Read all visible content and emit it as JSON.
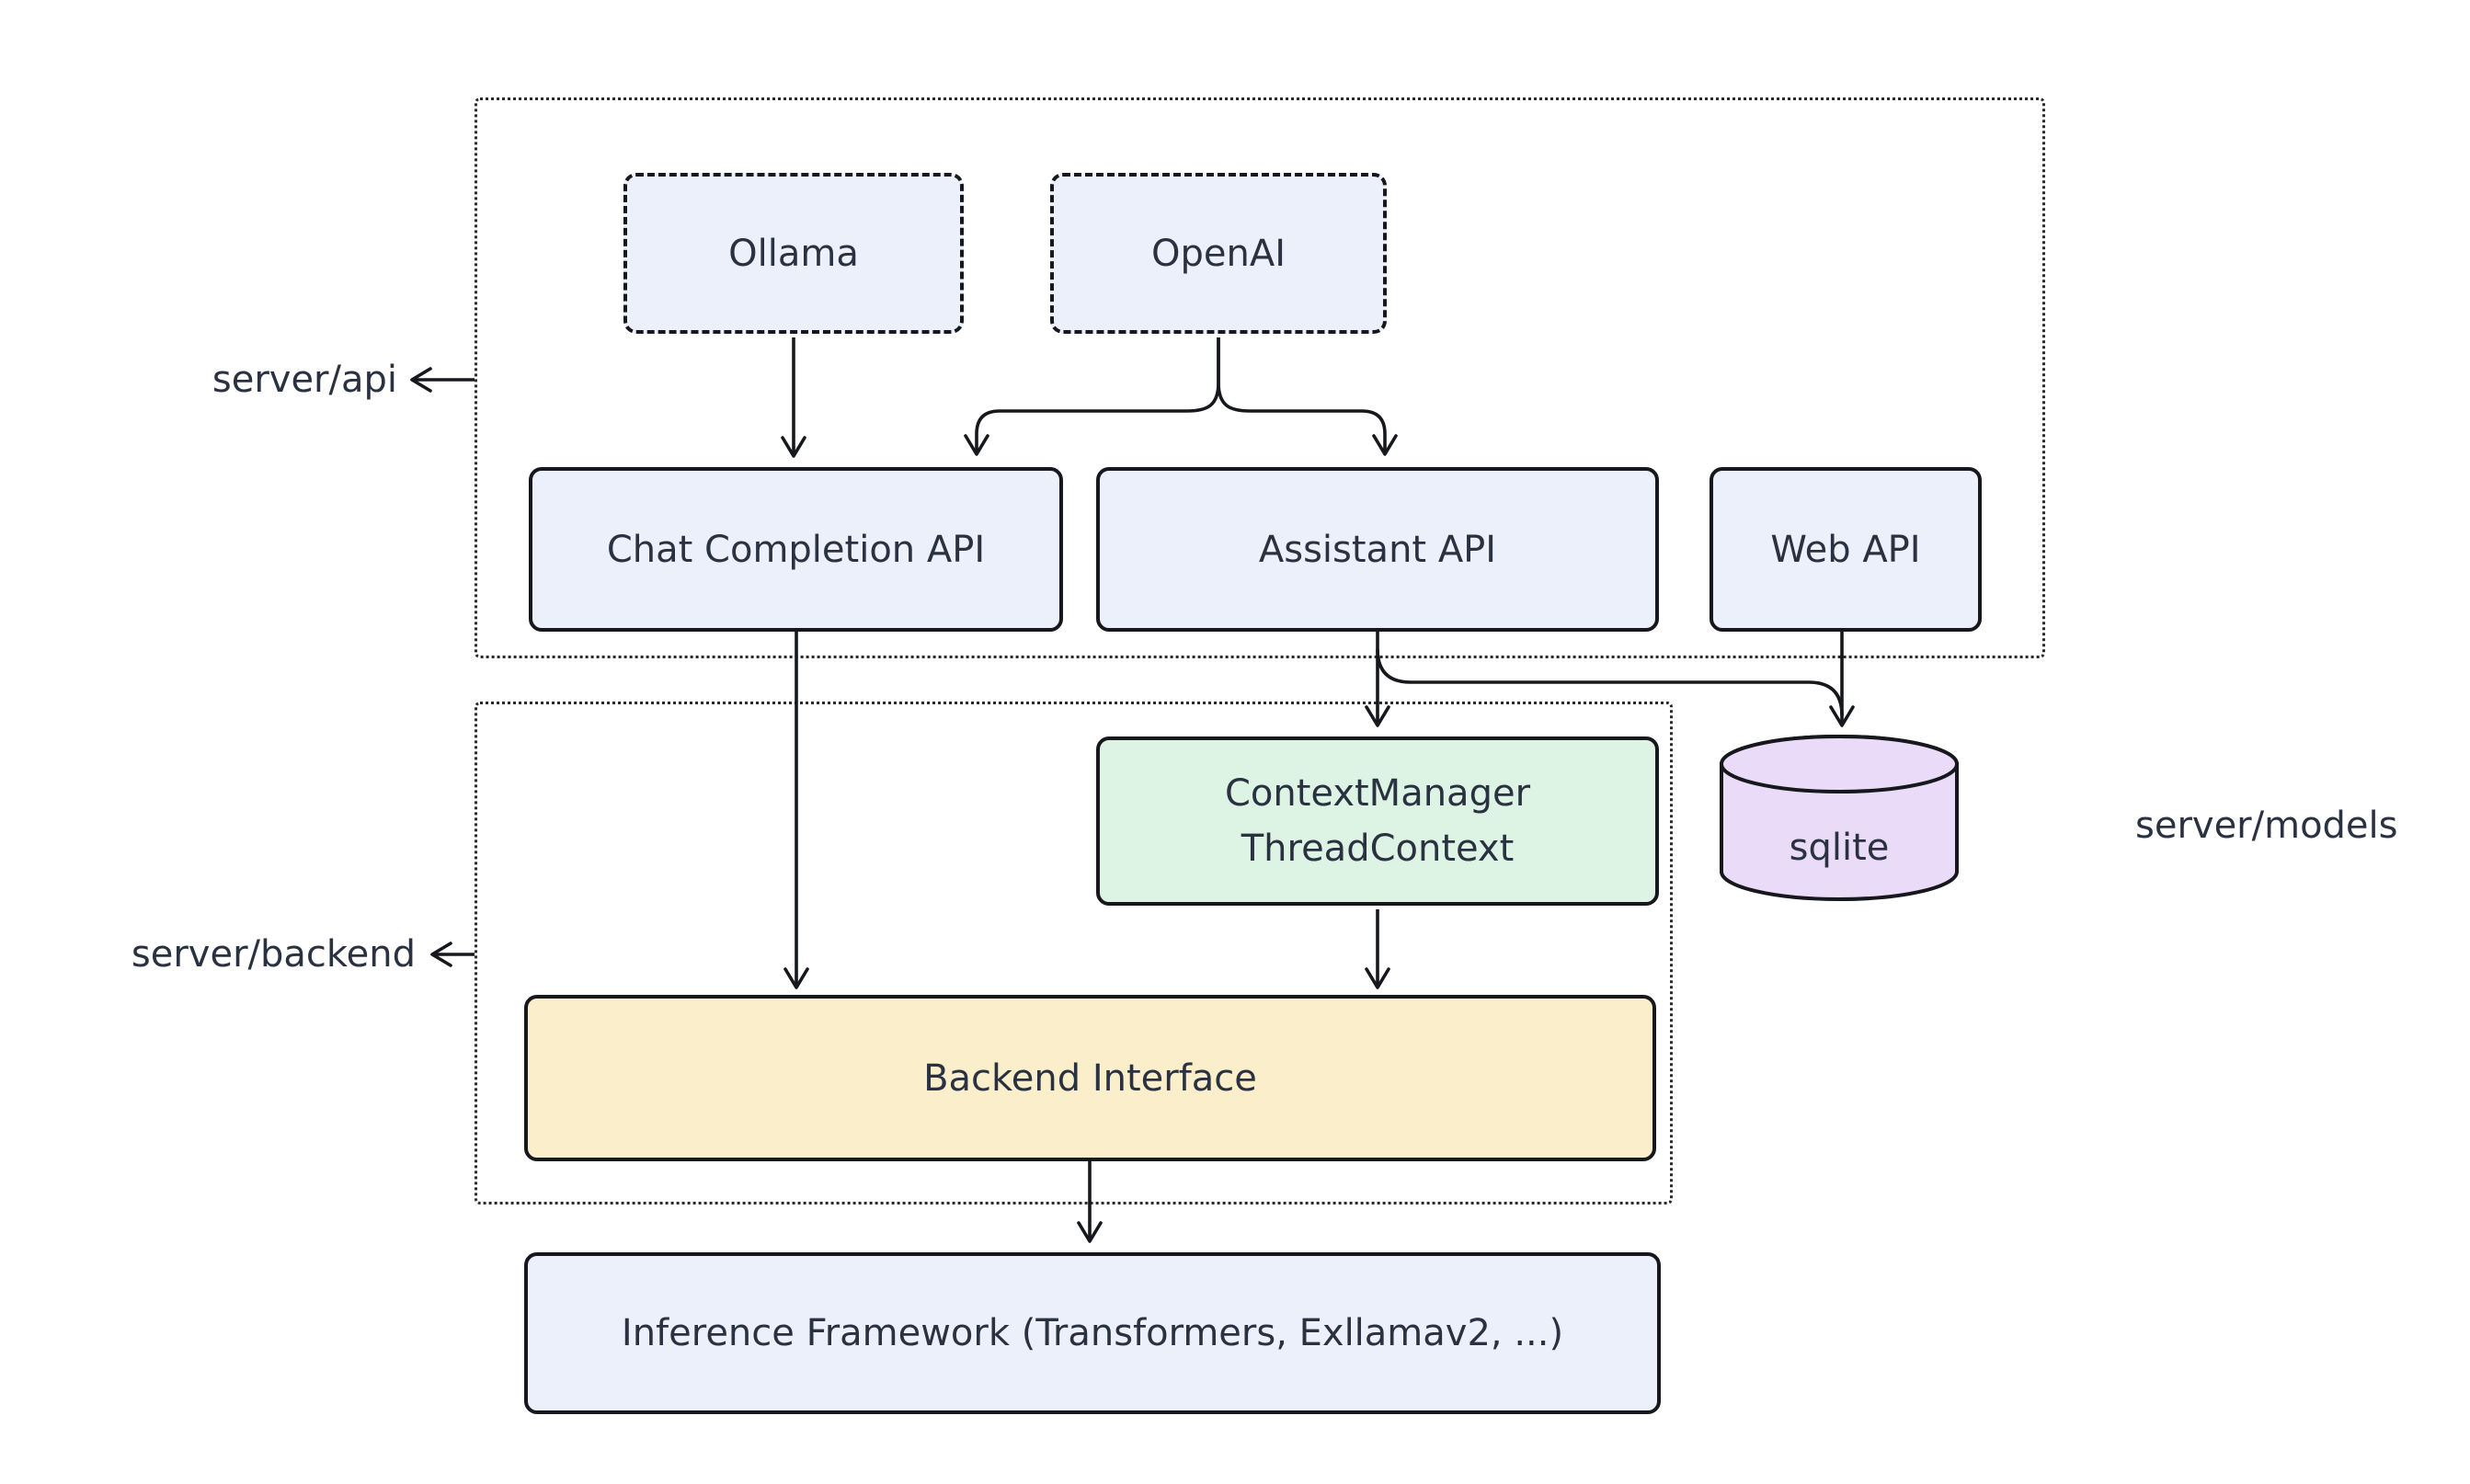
{
  "diagram": {
    "region_labels": {
      "api": "server/api",
      "backend": "server/backend",
      "models": "server/models"
    },
    "nodes": {
      "ollama": "Ollama",
      "openai": "OpenAI",
      "chat_completion": "Chat Completion API",
      "assistant": "Assistant API",
      "web_api": "Web API",
      "context_manager_line1": "ContextManager",
      "context_manager_line2": "ThreadContext",
      "sqlite": "sqlite",
      "backend_interface": "Backend Interface",
      "inference_framework": "Inference Framework (Transformers, Exllamav2, ...)"
    },
    "edges": [
      {
        "from": "Ollama",
        "to": "Chat Completion API"
      },
      {
        "from": "OpenAI",
        "to": "Chat Completion API"
      },
      {
        "from": "OpenAI",
        "to": "Assistant API"
      },
      {
        "from": "Chat Completion API",
        "to": "Backend Interface"
      },
      {
        "from": "Assistant API",
        "to": "ContextManager ThreadContext"
      },
      {
        "from": "Assistant API",
        "to": "sqlite"
      },
      {
        "from": "Web API",
        "to": "sqlite"
      },
      {
        "from": "ContextManager ThreadContext",
        "to": "Backend Interface"
      },
      {
        "from": "Backend Interface",
        "to": "Inference Framework (Transformers, Exllamav2, ...)"
      }
    ],
    "colors": {
      "node_fill_blue": "#ecf0fa",
      "node_fill_green": "#ddf3e4",
      "node_fill_yellow": "#faeecb",
      "node_fill_purple": "#eadcf8",
      "stroke": "#16181d",
      "text": "#2a3140"
    }
  }
}
